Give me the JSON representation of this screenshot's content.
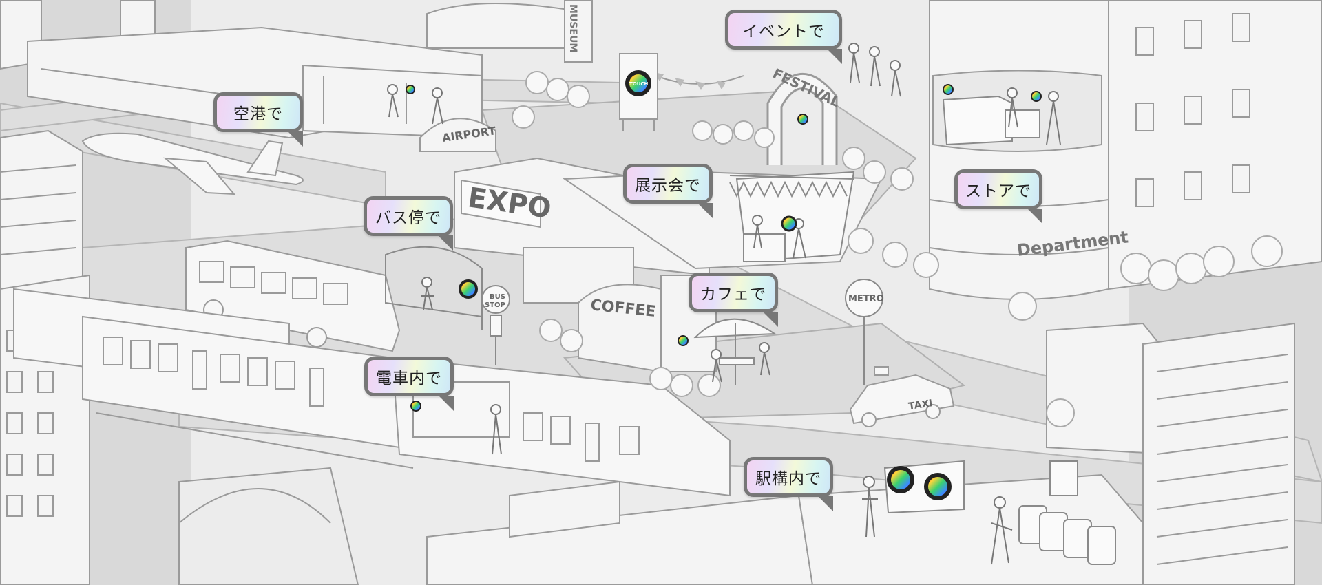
{
  "labels": {
    "event": "イベントで",
    "airport": "空港で",
    "expo": "展示会で",
    "store": "ストアで",
    "bus_stop": "バス停で",
    "cafe": "カフェで",
    "train": "電車内で",
    "station": "駅構内で"
  },
  "signs": {
    "museum": "MUSEUM",
    "festival": "FESTIVAL",
    "airport": "AIRPORT",
    "expo": "EXPO",
    "department": "Department",
    "bus_stop_line1": "BUS",
    "bus_stop_line2": "STOP",
    "coffee": "COFFEE",
    "metro": "METRO",
    "taxi": "TAXI",
    "touch_logo": "TOUCH"
  },
  "colors": {
    "background": "#e6e6e6",
    "bubble_border": "#777777",
    "line": "#9a9a9a",
    "fill_light": "#f4f4f4",
    "fill_mid": "#d6d6d6",
    "logo_dark": "#222222"
  }
}
